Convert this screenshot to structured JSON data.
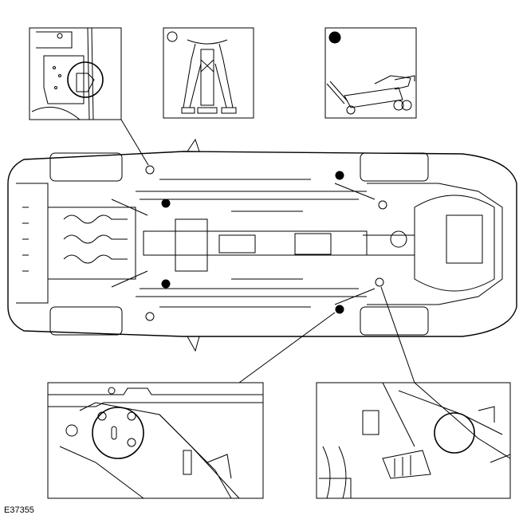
{
  "figure": {
    "reference_code": "E37355",
    "legend": [
      {
        "symbol": "open-circle",
        "icon": "axle-stand-icon"
      },
      {
        "symbol": "filled-circle",
        "icon": "trolley-jack-icon"
      }
    ]
  }
}
